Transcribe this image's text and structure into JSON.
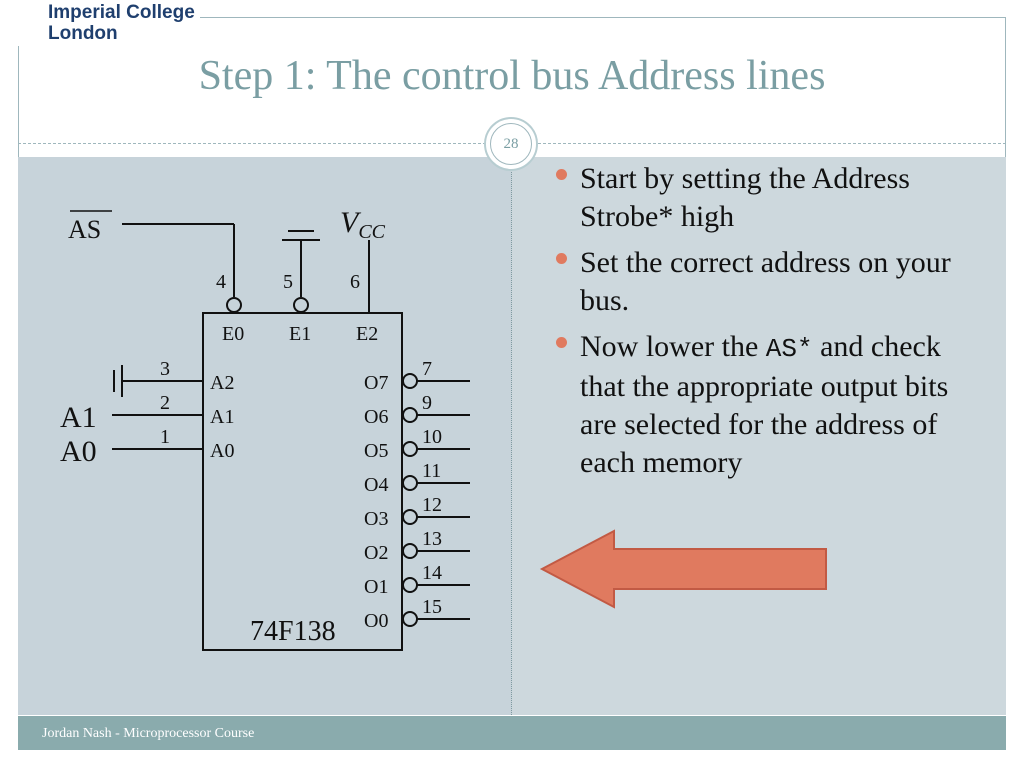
{
  "header": {
    "logo_line1": "Imperial College",
    "logo_line2": "London",
    "title": "Step 1: The control bus Address lines",
    "page_number": "28"
  },
  "diagram": {
    "chip_name": "74F138",
    "as_label": "AS",
    "vcc_label": "V",
    "vcc_sub": "CC",
    "enable_pins": [
      {
        "num": "4",
        "label": "E0"
      },
      {
        "num": "5",
        "label": "E1"
      },
      {
        "num": "6",
        "label": "E2"
      }
    ],
    "address_inputs": [
      {
        "num": "3",
        "label": "A2",
        "external": ""
      },
      {
        "num": "2",
        "label": "A1",
        "external": "A1"
      },
      {
        "num": "1",
        "label": "A0",
        "external": "A0"
      }
    ],
    "outputs": [
      {
        "label": "O7",
        "num": "7"
      },
      {
        "label": "O6",
        "num": "9"
      },
      {
        "label": "O5",
        "num": "10"
      },
      {
        "label": "O4",
        "num": "11"
      },
      {
        "label": "O3",
        "num": "12"
      },
      {
        "label": "O2",
        "num": "13"
      },
      {
        "label": "O1",
        "num": "14"
      },
      {
        "label": "O0",
        "num": "15"
      }
    ]
  },
  "bullets": [
    {
      "text": "Start by setting the Address Strobe* high"
    },
    {
      "text": "Set the correct address on your bus."
    },
    {
      "pre": "Now lower the ",
      "code": "AS*",
      "post": " and check that the appropriate output bits are selected for the address of each memory"
    }
  ],
  "footer": {
    "text": "Jordan Nash - Microprocessor Course"
  },
  "colors": {
    "accent": "#e07a5f",
    "title": "#7a9ea3",
    "footer_bg": "#8aabad",
    "content_bg": "#c7d3da"
  }
}
